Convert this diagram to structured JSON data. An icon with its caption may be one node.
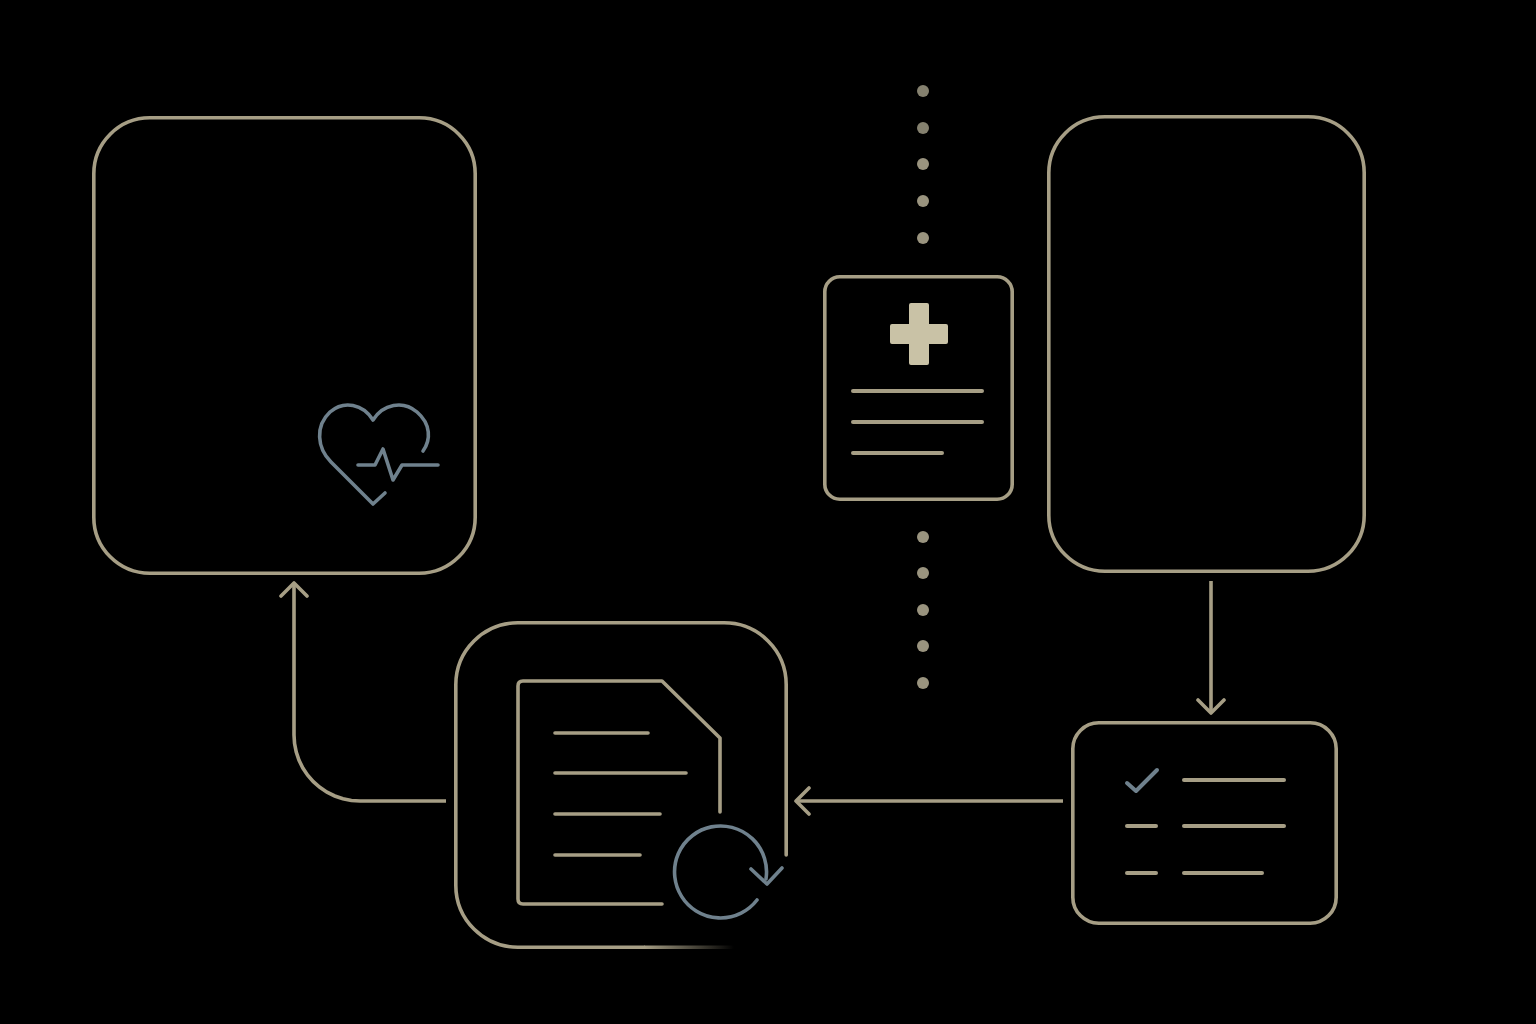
{
  "diagram": {
    "nodes": [
      {
        "text": [],
        "shape": "box"
      },
      {
        "text": [],
        "shape": "box"
      },
      {
        "text": [],
        "shape": "box"
      },
      {
        "text": [],
        "shape": "box"
      },
      {
        "text": [],
        "shape": "box"
      }
    ],
    "edges": [
      {
        "from": 2,
        "to": 4,
        "arrow": "to"
      },
      {
        "from": 4,
        "to": 3,
        "arrow": "to"
      },
      {
        "from": 3,
        "to": 0,
        "arrow": "to"
      }
    ]
  }
}
